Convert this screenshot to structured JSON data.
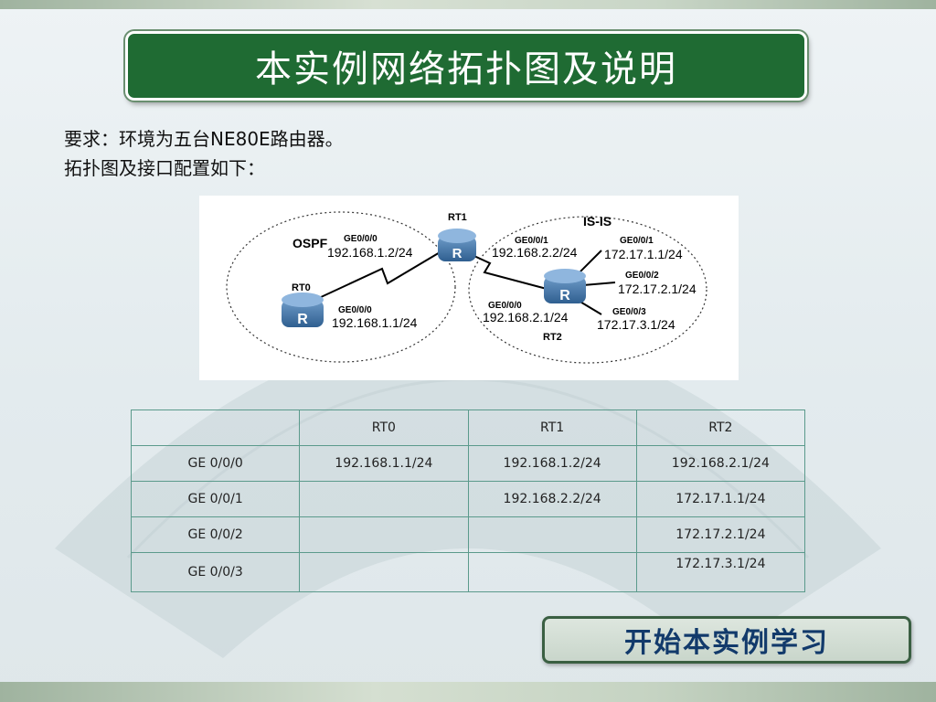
{
  "title": "本实例网络拓扑图及说明",
  "requirements": {
    "line1": "要求：环境为五台NE80E路由器。",
    "line2": "拓扑图及接口配置如下："
  },
  "topology": {
    "domains": {
      "ospf": "OSPF",
      "isis": "IS-IS"
    },
    "routers": {
      "rt0": {
        "name": "RT0",
        "glyph": "R"
      },
      "rt1": {
        "name": "RT1",
        "glyph": "R"
      },
      "rt2": {
        "name": "RT2",
        "glyph": "R"
      }
    },
    "labels": {
      "rt1_ge000_if": "GE0/0/0",
      "rt1_ge000_ip": "192.168.1.2/24",
      "rt0_ge000_if": "GE0/0/0",
      "rt0_ge000_ip": "192.168.1.1/24",
      "rt1_ge001_if": "GE0/0/1",
      "rt1_ge001_ip": "192.168.2.2/24",
      "rt2_ge000_if": "GE0/0/0",
      "rt2_ge000_ip": "192.168.2.1/24",
      "rt2_ge001_if": "GE0/0/1",
      "rt2_ge001_ip": "172.17.1.1/24",
      "rt2_ge002_if": "GE0/0/2",
      "rt2_ge002_ip": "172.17.2.1/24",
      "rt2_ge003_if": "GE0/0/3",
      "rt2_ge003_ip": "172.17.3.1/24"
    }
  },
  "table": {
    "headers": [
      "",
      "RT0",
      "RT1",
      "RT2"
    ],
    "rows": [
      [
        "GE 0/0/0",
        "192.168.1.1/24",
        "192.168.1.2/24",
        "192.168.2.1/24"
      ],
      [
        "GE 0/0/1",
        "",
        "192.168.2.2/24",
        "172.17.1.1/24"
      ],
      [
        "GE 0/0/2",
        "",
        "",
        "172.17.2.1/24"
      ],
      [
        "GE 0/0/3",
        "",
        "",
        "172.17.3.1/24"
      ]
    ]
  },
  "start_button": "开始本实例学习",
  "colors": {
    "title_bg": "#1f6b33",
    "router": "#3f6fa0",
    "button_text": "#123a6b"
  }
}
